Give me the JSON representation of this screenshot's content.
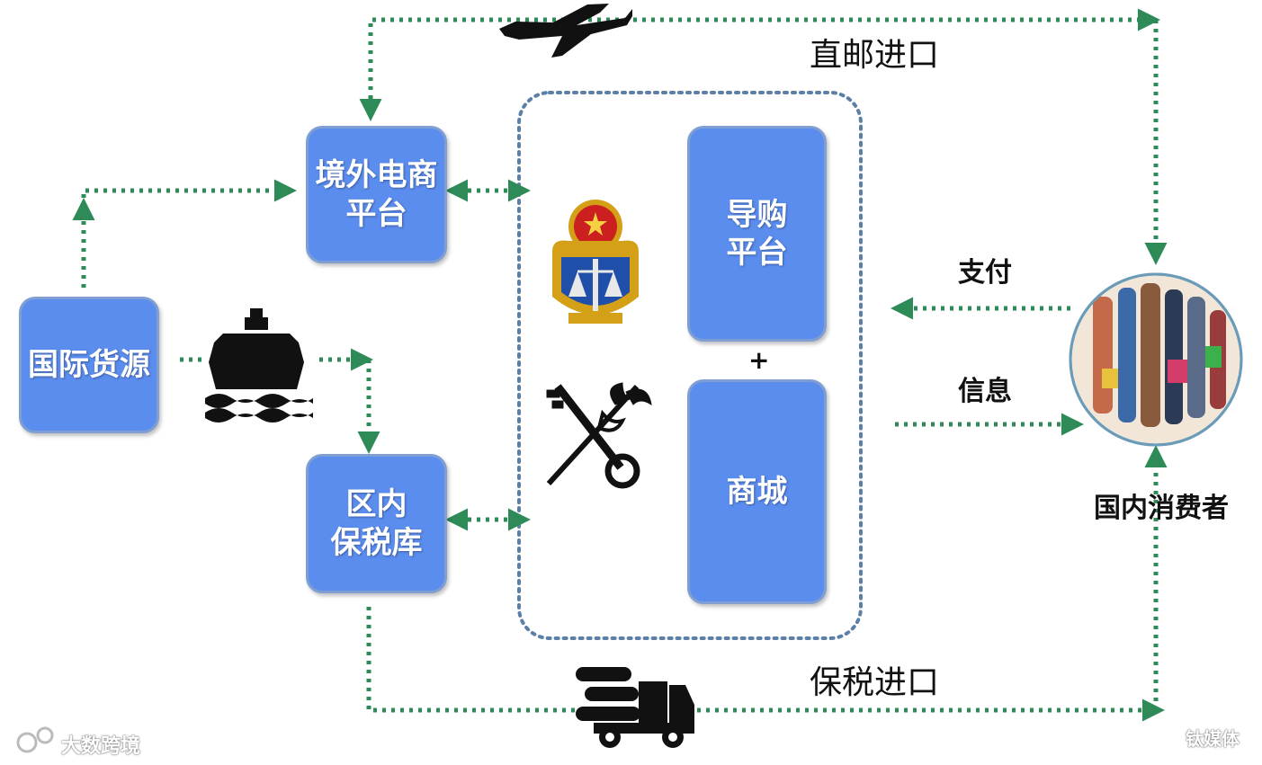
{
  "nodes": {
    "source": "国际货源",
    "overseas_platform": "境外电商平台",
    "bonded_warehouse": "区内保税库",
    "guide_platform": "导购平台",
    "mall": "商城",
    "consumer": "国内消费者"
  },
  "labels": {
    "direct_mail": "直邮进口",
    "bonded_import": "保税进口",
    "payment": "支付",
    "info": "信息",
    "plus": "+"
  },
  "watermarks": {
    "left": "大数跨境",
    "right": "钛媒体"
  },
  "icons": [
    "airplane-icon",
    "ship-icon",
    "truck-icon",
    "customs-emblem-icon",
    "customs-key-icon",
    "shoppers-photo"
  ],
  "colors": {
    "box_fill": "#5b8def",
    "box_border": "#7f9fd3",
    "arrow_green": "#2e8b57",
    "group_border": "#5b7fa6"
  }
}
